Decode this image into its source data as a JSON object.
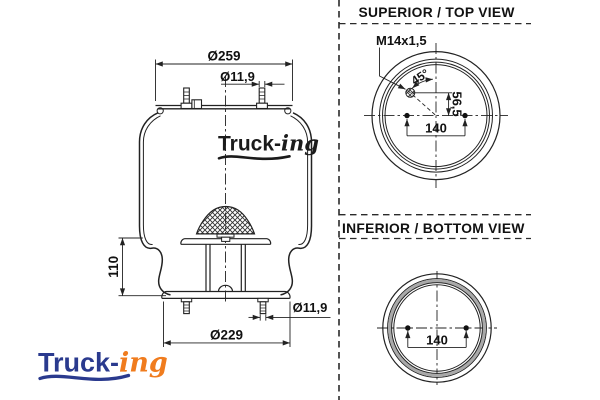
{
  "panels": {
    "top_view_title": "SUPERIOR / TOP VIEW",
    "bottom_view_title": "INFERIOR / BOTTOM VIEW"
  },
  "main_view": {
    "dim_plate_diameter": "Ø259",
    "dim_top_stud_diameter": "Ø11,9",
    "dim_height": "110",
    "dim_bottom_stud_diameter": "Ø11,9",
    "dim_base_diameter": "Ø229"
  },
  "top_view": {
    "thread_label": "M14x1,5",
    "angle_label": "45°",
    "vertical_offset_label": "56,5",
    "hole_spacing_label": "140"
  },
  "bottom_view": {
    "hole_spacing_label": "140"
  },
  "watermark_logo": {
    "word": "Truck-",
    "suffix": "ing"
  },
  "brand_logo": {
    "word": "Truck-",
    "suffix": "ing"
  },
  "colors": {
    "line": "#222222",
    "ink": "#1b1b1b",
    "logo_blue": "#2a3a8e",
    "logo_orange": "#f07c1e",
    "ring_gray": "#a9a9a9"
  }
}
